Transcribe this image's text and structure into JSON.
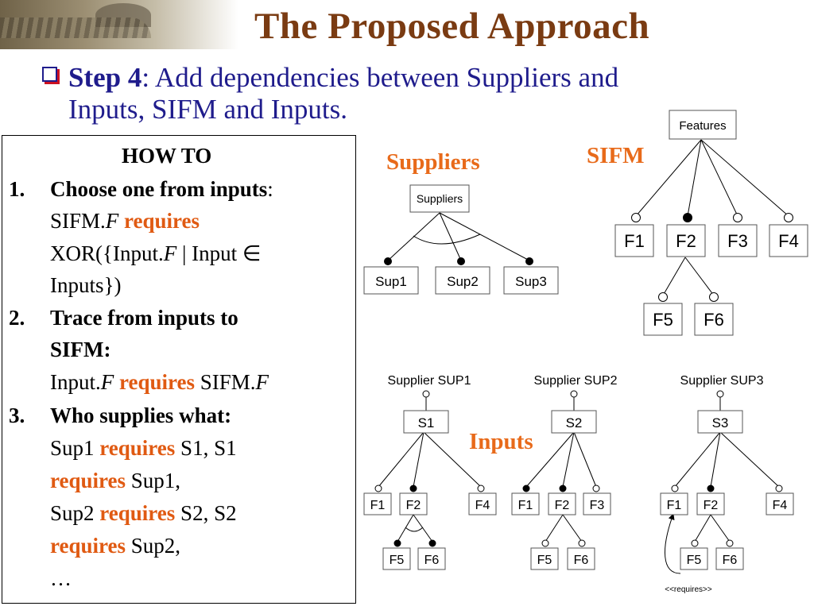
{
  "title": "The Proposed Approach",
  "step": {
    "label": "Step 4",
    "text_line1": ": Add dependencies between Suppliers and",
    "text_line2": "Inputs, SIFM and Inputs."
  },
  "howto": {
    "heading": "HOW TO",
    "item1": {
      "num": "1.",
      "title": "Choose one from inputs",
      "colon": ":",
      "l2a": "SIFM.",
      "l2b": "F",
      "l2c": "requires",
      "l3a": "XOR({Input.",
      "l3b": "F",
      "l3c": " | Input ∈",
      "l4": "Inputs})"
    },
    "item2": {
      "num": "2.",
      "title_l1": "Trace from inputs to",
      "title_l2": "SIFM:",
      "l3a": "Input.",
      "l3b": "F",
      "l3c": "requires",
      "l3d": "SIFM.",
      "l3e": "F"
    },
    "item3": {
      "num": "3.",
      "title": "Who supplies what:",
      "l2a": "Sup1",
      "l2b": "requires",
      "l2c": "S1, S1",
      "l3a": "requires",
      "l3b": "Sup1,",
      "l4a": "Sup2",
      "l4b": "requires",
      "l4c": "S2, S2",
      "l5a": "requires",
      "l5b": "Sup2,",
      "l6": "…"
    }
  },
  "labels": {
    "suppliers": "Suppliers",
    "sifm": "SIFM",
    "inputs": "Inputs"
  },
  "suppliers_tree": {
    "root": "Suppliers",
    "children": [
      "Sup1",
      "Sup2",
      "Sup3"
    ]
  },
  "sifm_tree": {
    "root": "Features",
    "children": [
      "F1",
      "F2",
      "F3",
      "F4"
    ],
    "sub": [
      "F5",
      "F6"
    ]
  },
  "sup1_tree": {
    "caption": "Supplier SUP1",
    "root": "S1",
    "children": [
      "F1",
      "F2",
      "F4"
    ],
    "sub": [
      "F5",
      "F6"
    ]
  },
  "sup2_tree": {
    "caption": "Supplier SUP2",
    "root": "S2",
    "children": [
      "F1",
      "F2",
      "F3"
    ],
    "sub": [
      "F5",
      "F6"
    ]
  },
  "sup3_tree": {
    "caption": "Supplier SUP3",
    "root": "S3",
    "children": [
      "F1",
      "F2",
      "F4"
    ],
    "sub": [
      "F5",
      "F6"
    ],
    "annotation": "<<requires>>"
  },
  "colors": {
    "title": "#7a3b12",
    "body_text": "#1f1c8c",
    "keyword": "#e05a12",
    "label": "#e86a1a"
  }
}
